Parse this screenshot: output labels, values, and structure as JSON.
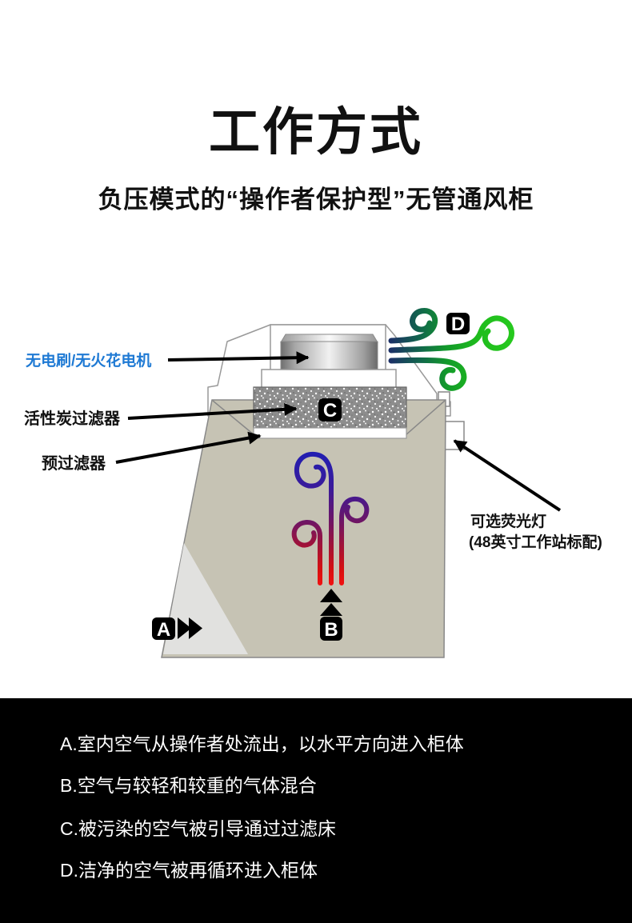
{
  "page": {
    "title": "工作方式",
    "subtitle": "负压模式的“操作者保护型”无管通风柜"
  },
  "diagram": {
    "labels": {
      "motor": "无电刷/无火花电机",
      "carbon_filter": "活性炭过滤器",
      "pre_filter": "预过滤器",
      "light_line1": "可选荧光灯",
      "light_line2": "(48英寸工作站标配)"
    },
    "badges": {
      "a": "A",
      "b": "B",
      "c": "C",
      "d": "D"
    },
    "colors": {
      "label_blue": "#1f7ad4",
      "cabinet_beige": "#c6c3b4",
      "corner_panel_light": "#e1e1df",
      "filter_gray": "#8d8d8d",
      "wind_green": "#27ca1e",
      "wind_navy": "#1b3066",
      "swirl_blue": "#1e1eb4",
      "swirl_red": "#ee1111",
      "badge_black": "#000000"
    }
  },
  "notes": [
    "A.室内空气从操作者处流出，以水平方向进入柜体",
    "B.空气与较轻和较重的气体混合",
    "C.被污染的空气被引导通过过滤床",
    "D.洁净的空气被再循环进入柜体"
  ]
}
